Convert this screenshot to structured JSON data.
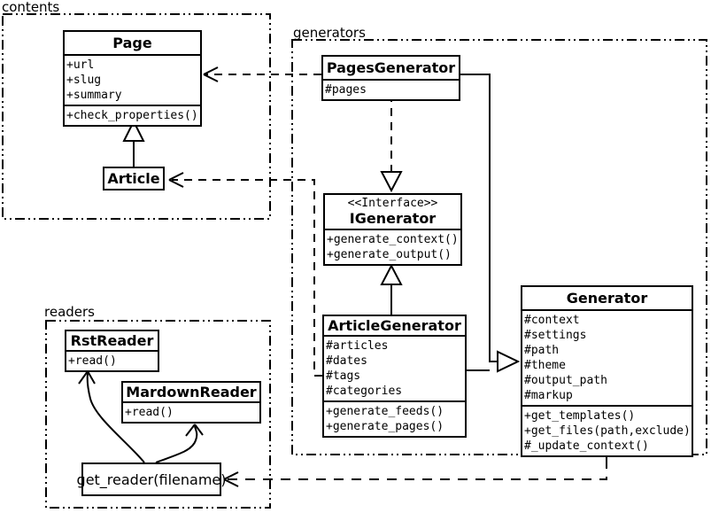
{
  "diagram": {
    "type": "uml-class-diagram",
    "background": "#ffffff",
    "ink": "#000000"
  },
  "packages": {
    "contents": {
      "label": "contents"
    },
    "generators": {
      "label": "generators"
    },
    "readers": {
      "label": "readers"
    }
  },
  "classes": {
    "page": {
      "name": "Page",
      "attributes": [
        "+url",
        "+slug",
        "+summary"
      ],
      "methods": [
        "+check_properties()"
      ]
    },
    "article": {
      "name": "Article"
    },
    "pages_generator": {
      "name": "PagesGenerator",
      "attributes": [
        "#pages"
      ]
    },
    "igenerator": {
      "stereotype": "<<Interface>>",
      "name": "IGenerator",
      "methods": [
        "+generate_context()",
        "+generate_output()"
      ]
    },
    "article_generator": {
      "name": "ArticleGenerator",
      "attributes": [
        "#articles",
        "#dates",
        "#tags",
        "#categories"
      ],
      "methods": [
        "+generate_feeds()",
        "+generate_pages()"
      ]
    },
    "generator": {
      "name": "Generator",
      "attributes": [
        "#context",
        "#settings",
        "#path",
        "#theme",
        "#output_path",
        "#markup"
      ],
      "methods": [
        "+get_templates()",
        "+get_files(path,exclude)",
        "#_update_context()"
      ]
    },
    "rst_reader": {
      "name": "RstReader",
      "methods": [
        "+read()"
      ]
    },
    "mardown_reader": {
      "name": "MardownReader",
      "methods": [
        "+read()"
      ]
    },
    "get_reader": {
      "label": "get_reader(filename)"
    }
  },
  "relationships": [
    {
      "from": "PagesGenerator",
      "to": "Page",
      "type": "dependency-dashed-arrow"
    },
    {
      "from": "ArticleGenerator",
      "to": "Article",
      "type": "dependency-dashed-arrow"
    },
    {
      "from": "PagesGenerator",
      "to": "IGenerator",
      "type": "realization-dashed-hollow-triangle"
    },
    {
      "from": "ArticleGenerator",
      "to": "IGenerator",
      "type": "inheritance-hollow-triangle"
    },
    {
      "from": "PagesGenerator",
      "to": "Generator",
      "type": "inheritance-hollow-triangle"
    },
    {
      "from": "ArticleGenerator",
      "to": "Generator",
      "type": "inheritance-hollow-triangle"
    },
    {
      "from": "Article",
      "to": "Page",
      "type": "inheritance-hollow-triangle"
    },
    {
      "from": "Generator",
      "to": "get_reader(filename)",
      "type": "dependency-dashed-arrow"
    },
    {
      "from": "get_reader(filename)",
      "to": "RstReader",
      "type": "curved-open-arrow"
    },
    {
      "from": "get_reader(filename)",
      "to": "MardownReader",
      "type": "curved-open-arrow"
    }
  ]
}
